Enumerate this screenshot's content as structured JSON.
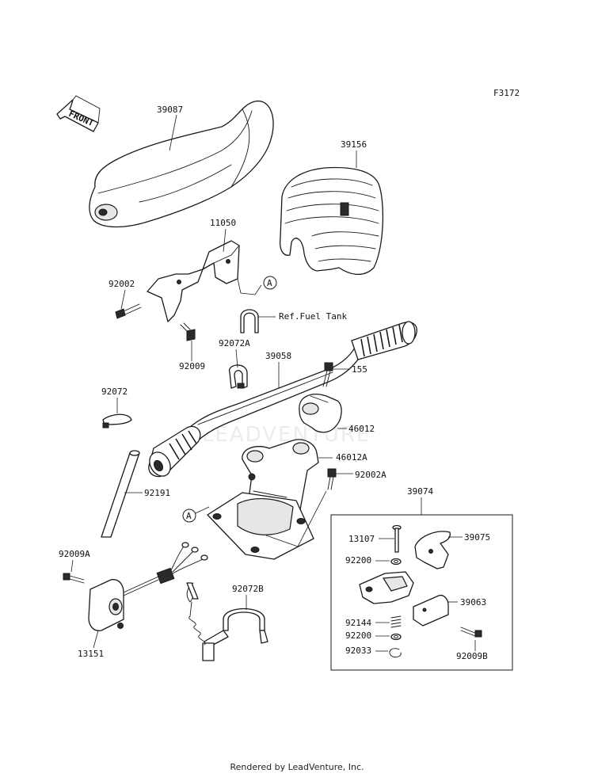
{
  "figure_code": "F3172",
  "front_arrow_text": "FRONT",
  "watermark": "LEADVENTURE",
  "footer": "Rendered by LeadVenture, Inc.",
  "ref_label": "Ref.Fuel Tank",
  "callout_letter": "A",
  "labels": {
    "p39087": "39087",
    "p39156": "39156",
    "p11050": "11050",
    "p92002": "92002",
    "p92009": "92009",
    "p92072A": "92072A",
    "p39058": "39058",
    "p155": "155",
    "p92072": "92072",
    "p46012": "46012",
    "p46012A": "46012A",
    "p92002A": "92002A",
    "p92191": "92191",
    "p39074": "39074",
    "p13107": "13107",
    "p39075": "39075",
    "p92200a": "92200",
    "p39063": "39063",
    "p92144": "92144",
    "p92200b": "92200",
    "p92033": "92033",
    "p92009B": "92009B",
    "p92009A": "92009A",
    "p92072B": "92072B",
    "p13151": "13151"
  }
}
